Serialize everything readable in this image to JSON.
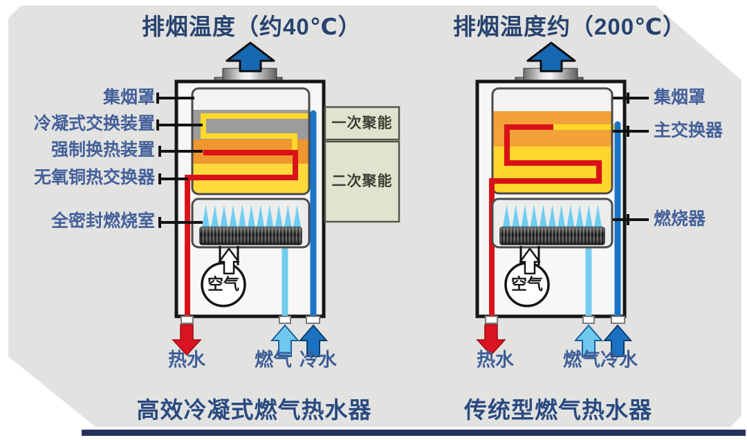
{
  "panel": {
    "background": "#e2e3e1",
    "bottom_bar_color": "#25315c"
  },
  "left_unit": {
    "title": "排烟温度（约40℃）",
    "caption": "高效冷凝式燃气热水器",
    "part_labels": {
      "smoke_hood": "集烟罩",
      "condensing_exchanger": "冷凝式交换装置",
      "forced_heat_exchange": "强制换热装置",
      "oxygen_free_copper_exchanger": "无氧铜热交换器",
      "sealed_combustion_chamber": "全密封燃烧室"
    },
    "energy_boxes": {
      "primary": "一次聚能",
      "secondary": "二次聚能"
    },
    "air_label": "空气",
    "ports": {
      "hot_water": "热水",
      "gas": "燃气",
      "cold_water": "冷水"
    }
  },
  "right_unit": {
    "title": "排烟温度约（200℃）",
    "caption": "传统型燃气热水器",
    "part_labels": {
      "smoke_hood": "集烟罩",
      "main_exchanger": "主交换器",
      "burner": "燃烧器"
    },
    "air_label": "空气",
    "ports": {
      "hot_water": "热水",
      "gas": "燃气",
      "cold_water": "冷水"
    }
  },
  "colors": {
    "label_text": "#44609a",
    "title_text": "#28436f",
    "exhaust_arrow": "#1668b2",
    "hot_water_arrow": "#da1420",
    "gas_arrow": "#6fc9ef",
    "cold_water_arrow": "#1b72c2",
    "yellow_pipe": "#ffd829",
    "red_pipe": "#da1118",
    "cold_pipe": "#1b74c5",
    "gas_pipe": "#74ccf0",
    "energy_box_fill": "#dfe4cf",
    "gray_band": "#9c9c9c",
    "orange_band": "#f0962e",
    "yellow_band": "#ffd83a",
    "flame": "#6fcdf1"
  }
}
